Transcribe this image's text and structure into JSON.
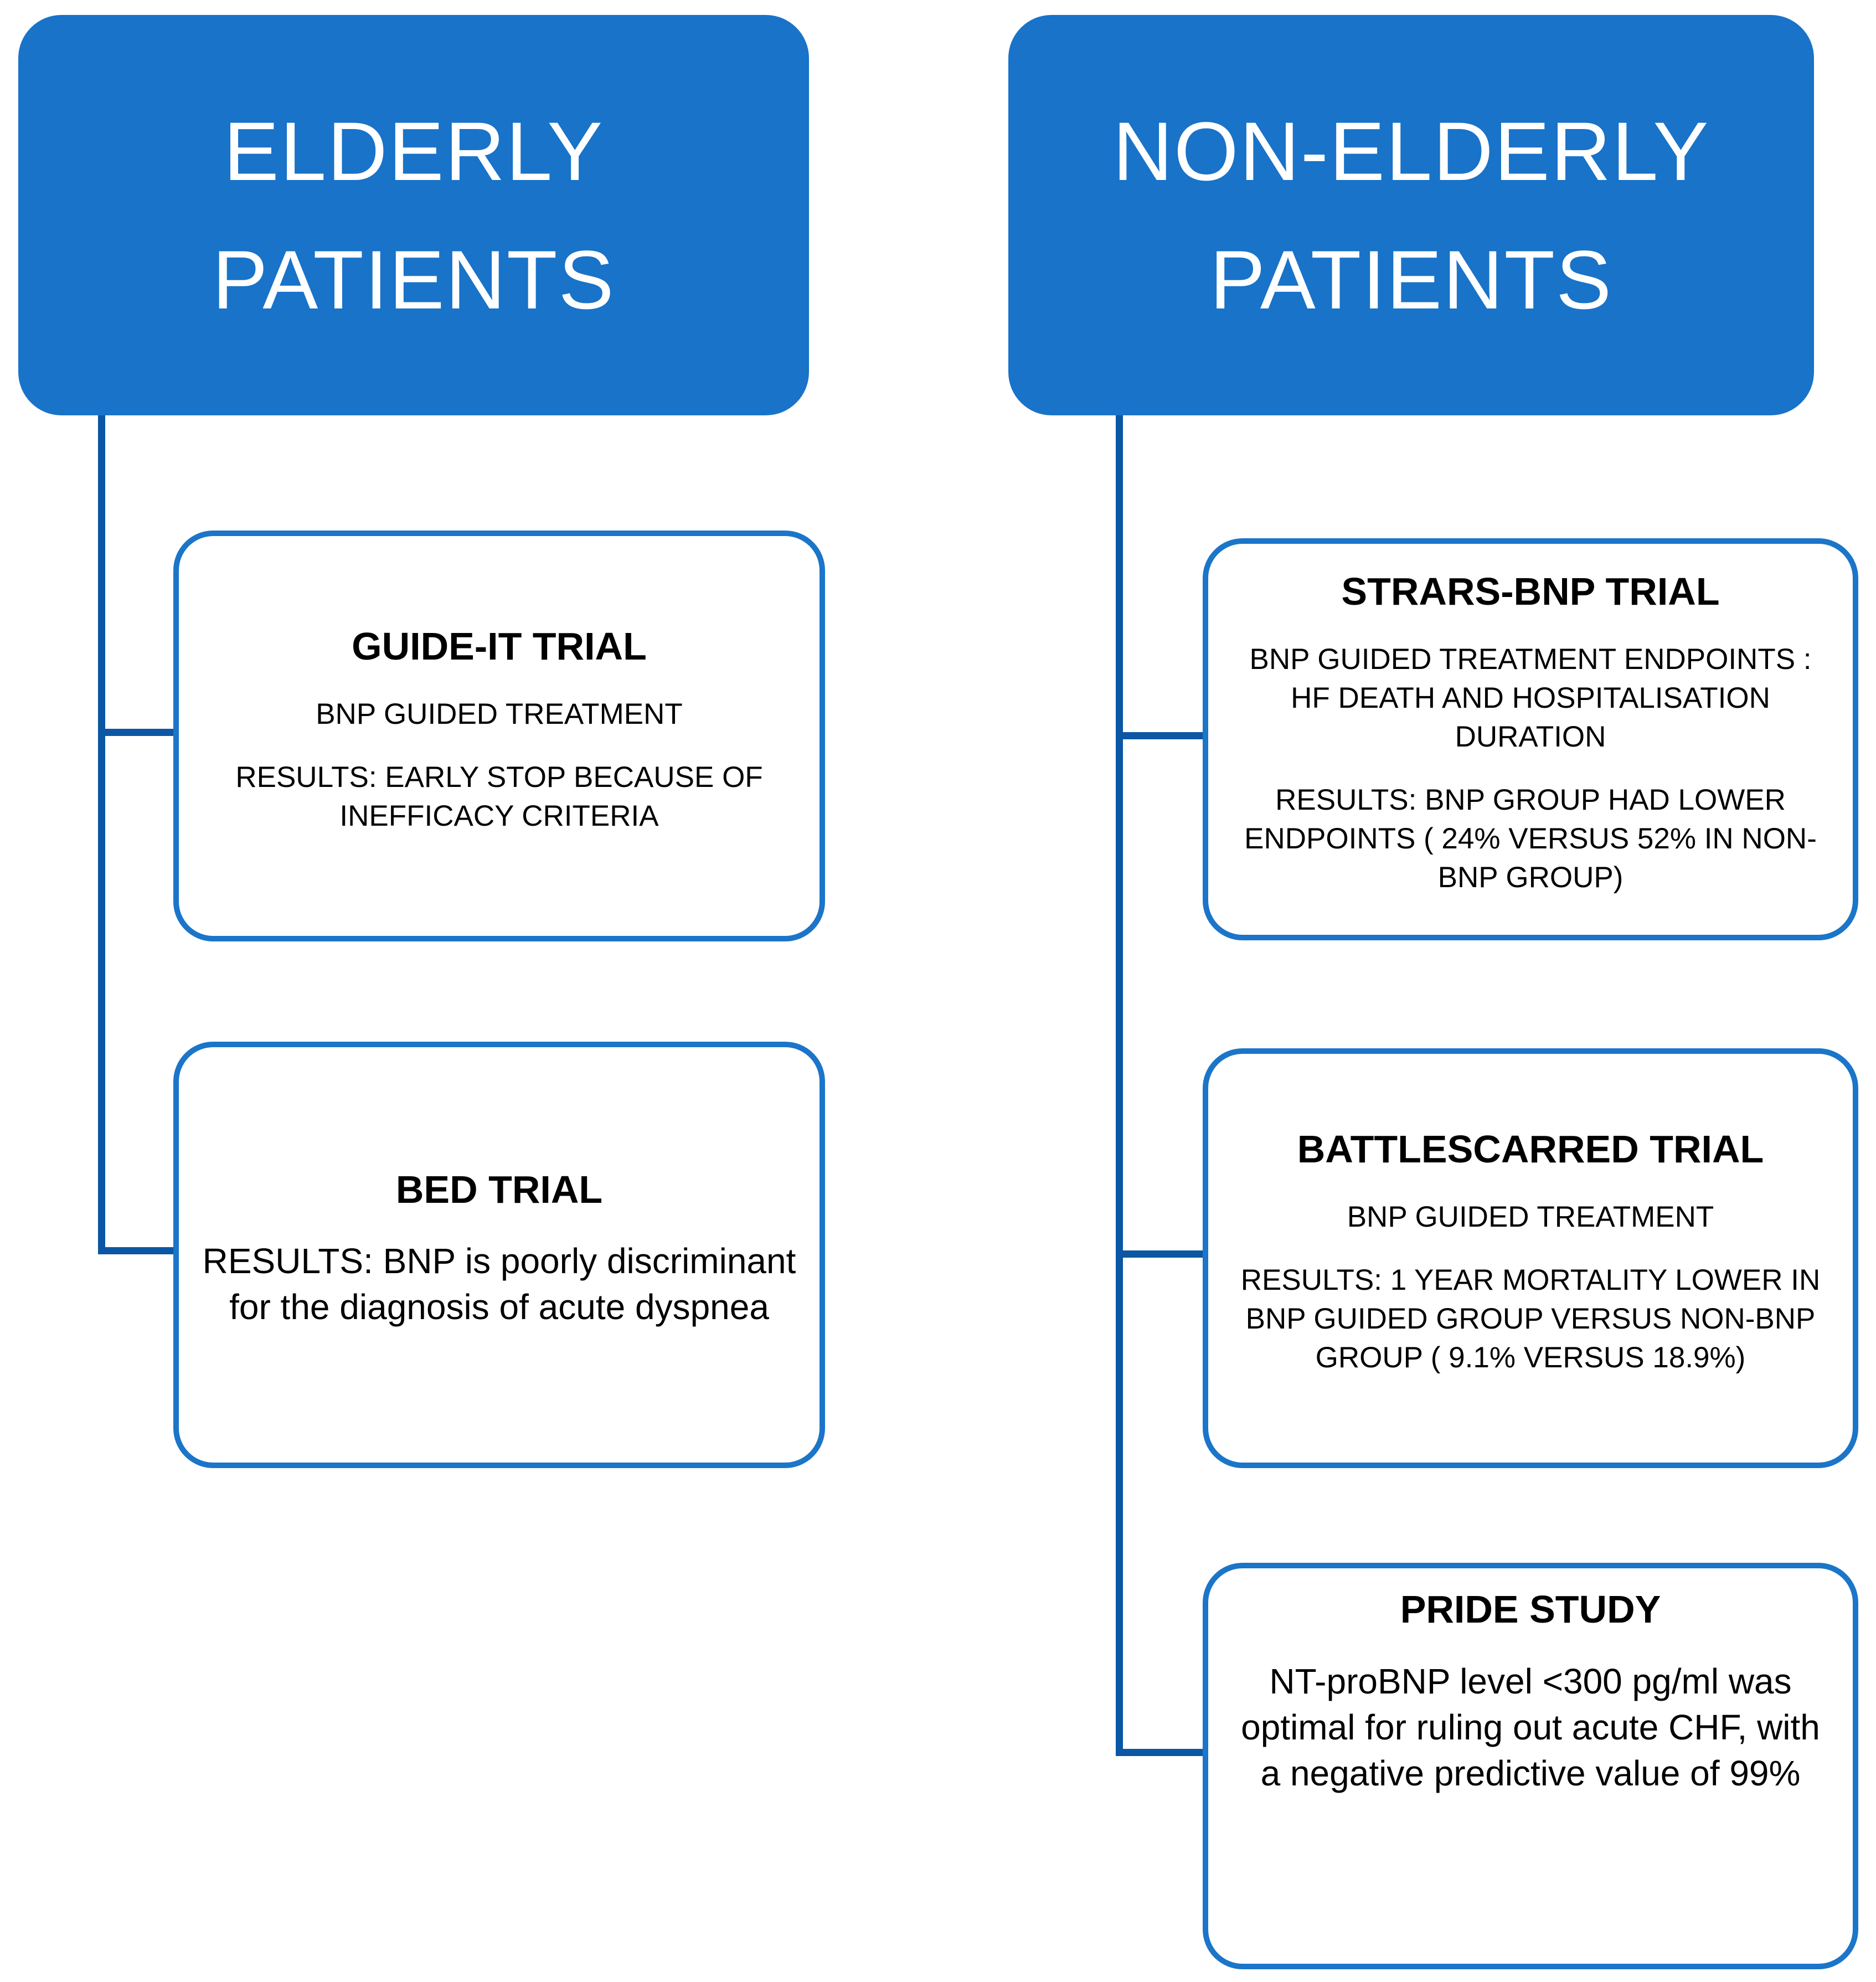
{
  "diagram": {
    "colors": {
      "header_fill": "#1873C9",
      "box_border": "#1B75C9",
      "connector": "#0B57A4",
      "header_text": "#FFFFFF",
      "body_text": "#000000",
      "background": "#FFFFFF"
    },
    "left_column": {
      "header_lines": [
        "ELDERLY",
        "PATIENTS"
      ],
      "nodes": [
        {
          "title": "GUIDE-IT TRIAL",
          "lines": [
            "BNP GUIDED TREATMENT",
            "RESULTS: EARLY STOP BECAUSE OF INEFFICACY CRITERIA"
          ]
        },
        {
          "title": "BED TRIAL",
          "lines": [
            "RESULTS: BNP is poorly discriminant for the diagnosis of acute dyspnea"
          ]
        }
      ]
    },
    "right_column": {
      "header_lines": [
        "NON-ELDERLY",
        "PATIENTS"
      ],
      "nodes": [
        {
          "title": "STRARS-BNP TRIAL",
          "lines": [
            "BNP GUIDED TREATMENT ENDPOINTS : HF DEATH AND HOSPITALISATION DURATION",
            "RESULTS: BNP GROUP HAD LOWER ENDPOINTS ( 24% VERSUS 52% IN NON-BNP GROUP)"
          ]
        },
        {
          "title": "BATTLESCARRED TRIAL",
          "lines": [
            "BNP GUIDED TREATMENT",
            "RESULTS: 1 YEAR MORTALITY LOWER IN BNP GUIDED GROUP VERSUS NON-BNP GROUP ( 9.1% VERSUS 18.9%)"
          ]
        },
        {
          "title": "PRIDE STUDY",
          "lines": [
            "NT-proBNP level <300 pg/ml was optimal for ruling out acute CHF, with a negative predictive value of 99%"
          ]
        }
      ]
    }
  }
}
